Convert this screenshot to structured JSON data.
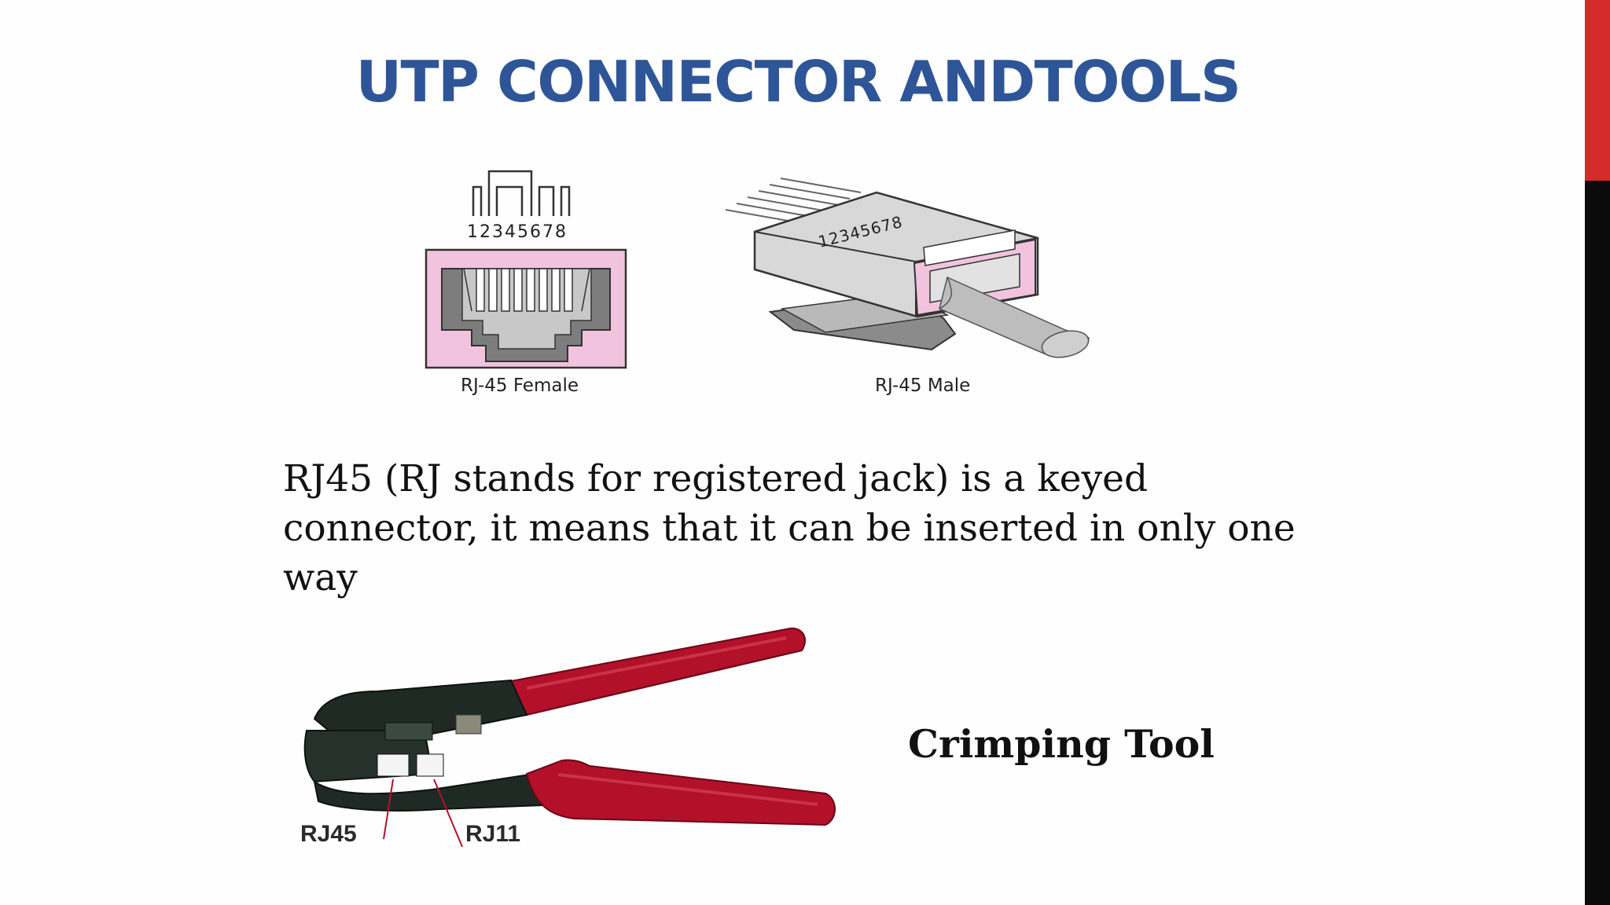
{
  "slide": {
    "title": "UTP CONNECTOR ANDTOOLS",
    "body_text": "RJ45 (RJ stands for registered jack) is a keyed connector, it means that it can be inserted in only one way"
  },
  "figure_connectors": {
    "pin_numbers": "12345678",
    "female_label": "RJ-45 Female",
    "male_label": "RJ-45 Male"
  },
  "figure_tool": {
    "caption": "Crimping Tool",
    "rj45_label": "RJ45",
    "rj11_label": "RJ11"
  },
  "colors": {
    "title": "#2e5597",
    "accent_red": "#d42a2a",
    "accent_black": "#0b0b0b",
    "connector_pink": "#f2c3de",
    "handle_red": "#b3102a"
  }
}
